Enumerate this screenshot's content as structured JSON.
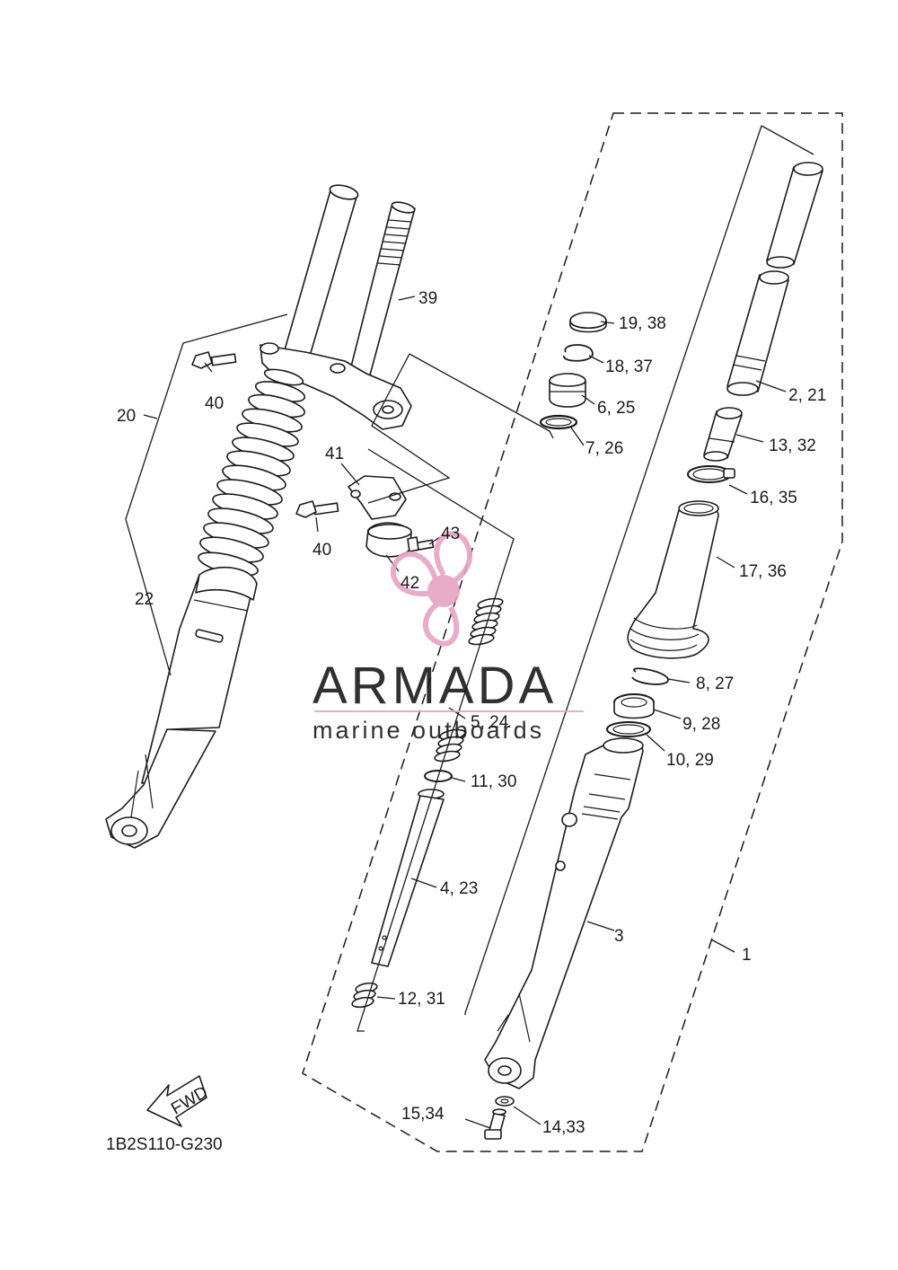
{
  "diagram_code": "1B2S110-G230",
  "fwd_label": "FWD",
  "watermark": {
    "brand": "ARMADA",
    "tagline": "marine outboards",
    "logo_color": "#e6a4c4"
  },
  "callouts": [
    {
      "id": "c1",
      "label": "1"
    },
    {
      "id": "c3",
      "label": "3"
    },
    {
      "id": "c2",
      "label": "2, 21"
    },
    {
      "id": "c13",
      "label": "13, 32"
    },
    {
      "id": "c16",
      "label": "16, 35"
    },
    {
      "id": "c17",
      "label": "17, 36"
    },
    {
      "id": "c19",
      "label": "19, 38"
    },
    {
      "id": "c18",
      "label": "18, 37"
    },
    {
      "id": "c6",
      "label": "6, 25"
    },
    {
      "id": "c7",
      "label": "7, 26"
    },
    {
      "id": "c8",
      "label": "8, 27"
    },
    {
      "id": "c9",
      "label": "9, 28"
    },
    {
      "id": "c10",
      "label": "10, 29"
    },
    {
      "id": "c5",
      "label": "5, 24"
    },
    {
      "id": "c11",
      "label": "11, 30"
    },
    {
      "id": "c4",
      "label": "4, 23"
    },
    {
      "id": "c12",
      "label": "12, 31"
    },
    {
      "id": "c15",
      "label": "15,34"
    },
    {
      "id": "c14",
      "label": "14,33"
    },
    {
      "id": "c39",
      "label": "39"
    },
    {
      "id": "c20",
      "label": "20"
    },
    {
      "id": "c22",
      "label": "22"
    },
    {
      "id": "c40a",
      "label": "40"
    },
    {
      "id": "c40b",
      "label": "40"
    },
    {
      "id": "c41",
      "label": "41"
    },
    {
      "id": "c42",
      "label": "42"
    },
    {
      "id": "c43",
      "label": "43"
    }
  ]
}
